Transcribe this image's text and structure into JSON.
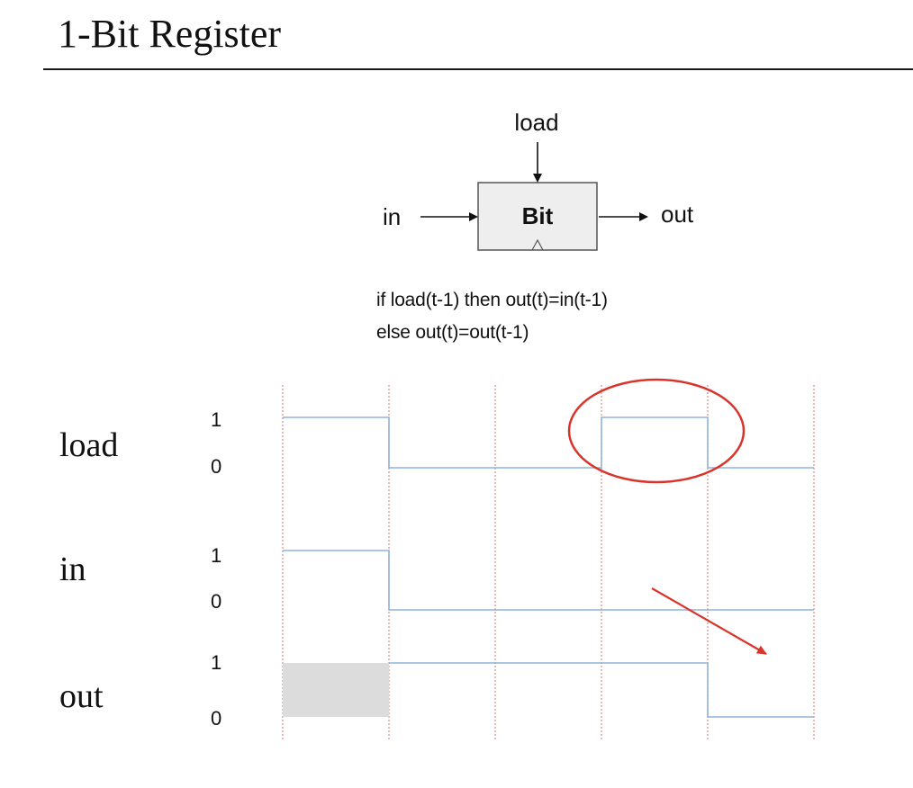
{
  "slide": {
    "title": "1-Bit Register"
  },
  "block": {
    "name": "Bit",
    "input_label": "in",
    "output_label": "out",
    "control_label": "load"
  },
  "formula": {
    "line1": "if load(t-1) then out(t)=in(t-1)",
    "line2": "else out(t)=out(t-1)"
  },
  "timing": {
    "signals": [
      {
        "name": "load",
        "high_label": "1",
        "low_label": "0",
        "values": [
          1,
          0,
          0,
          1,
          0
        ],
        "unknown_first": false
      },
      {
        "name": "in",
        "high_label": "1",
        "low_label": "0",
        "values": [
          1,
          0,
          0,
          0,
          0
        ],
        "unknown_first": false
      },
      {
        "name": "out",
        "high_label": "1",
        "low_label": "0",
        "values": [
          null,
          1,
          1,
          1,
          0
        ],
        "unknown_first": true
      }
    ],
    "cycles": 5
  },
  "colors": {
    "waveform": "#8fb2dc",
    "clock_tick": "#e08a8a",
    "annotation": "#d9342b",
    "unknown_fill": "#dcdcdc",
    "block_fill": "#eeeeee",
    "text": "#111111"
  }
}
